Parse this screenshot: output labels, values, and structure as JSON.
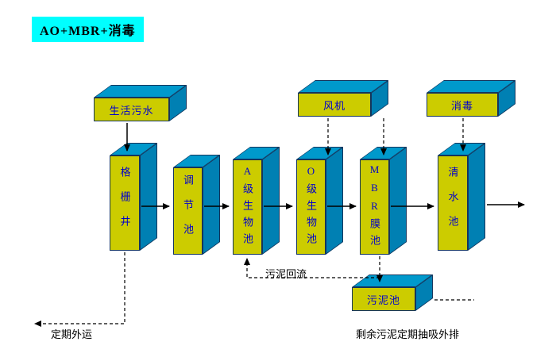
{
  "title": "AO+MBR+消毒",
  "nodes": {
    "sewage": {
      "label": "生活污水"
    },
    "fan": {
      "label": "风机"
    },
    "disinfect": {
      "label": "消毒"
    },
    "grid_well": {
      "label": "格栅井"
    },
    "regulating_tank": {
      "label": "调节池"
    },
    "a_bio_tank": {
      "label": "A级生物池"
    },
    "o_bio_tank": {
      "label": "O级生物池"
    },
    "mbr_tank": {
      "label": "MBR膜池"
    },
    "clear_water_tank": {
      "label": "清水池"
    },
    "sludge_tank": {
      "label": "污泥池"
    }
  },
  "annotations": {
    "sludge_return": "污泥回流",
    "periodic_removal": "定期外运",
    "excess_sludge_note": "剩余污泥定期抽吸外排"
  },
  "colors": {
    "title_bg": "#00FFFF",
    "box_front": "#CCCC00",
    "box_top": "#0099CC",
    "box_side": "#0080B3",
    "label_text": "#0000CC"
  }
}
